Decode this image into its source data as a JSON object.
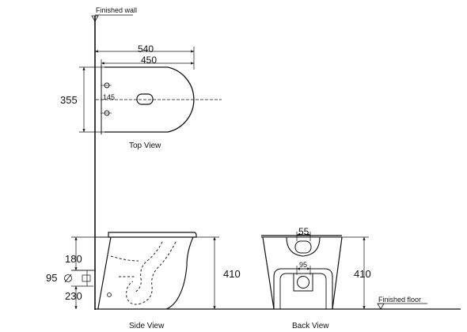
{
  "labels": {
    "finished_wall": "Finished wall",
    "finished_floor": "Finished floor",
    "top_view": "Top View",
    "side_view": "Side View",
    "back_view": "Back View"
  },
  "dimensions": {
    "top_overall_length": "540",
    "top_bowl_length": "450",
    "top_width": "355",
    "top_fixing_spacing": "145",
    "side_height": "410",
    "side_upper_fixing_offset": "180",
    "side_outlet_diameter": "95",
    "side_outlet_height": "230",
    "back_height": "410",
    "back_inlet_diameter": "55",
    "back_outlet_diameter": "95"
  },
  "colors": {
    "line": "#111111",
    "hidden_line": "#222222",
    "background": "#ffffff"
  }
}
